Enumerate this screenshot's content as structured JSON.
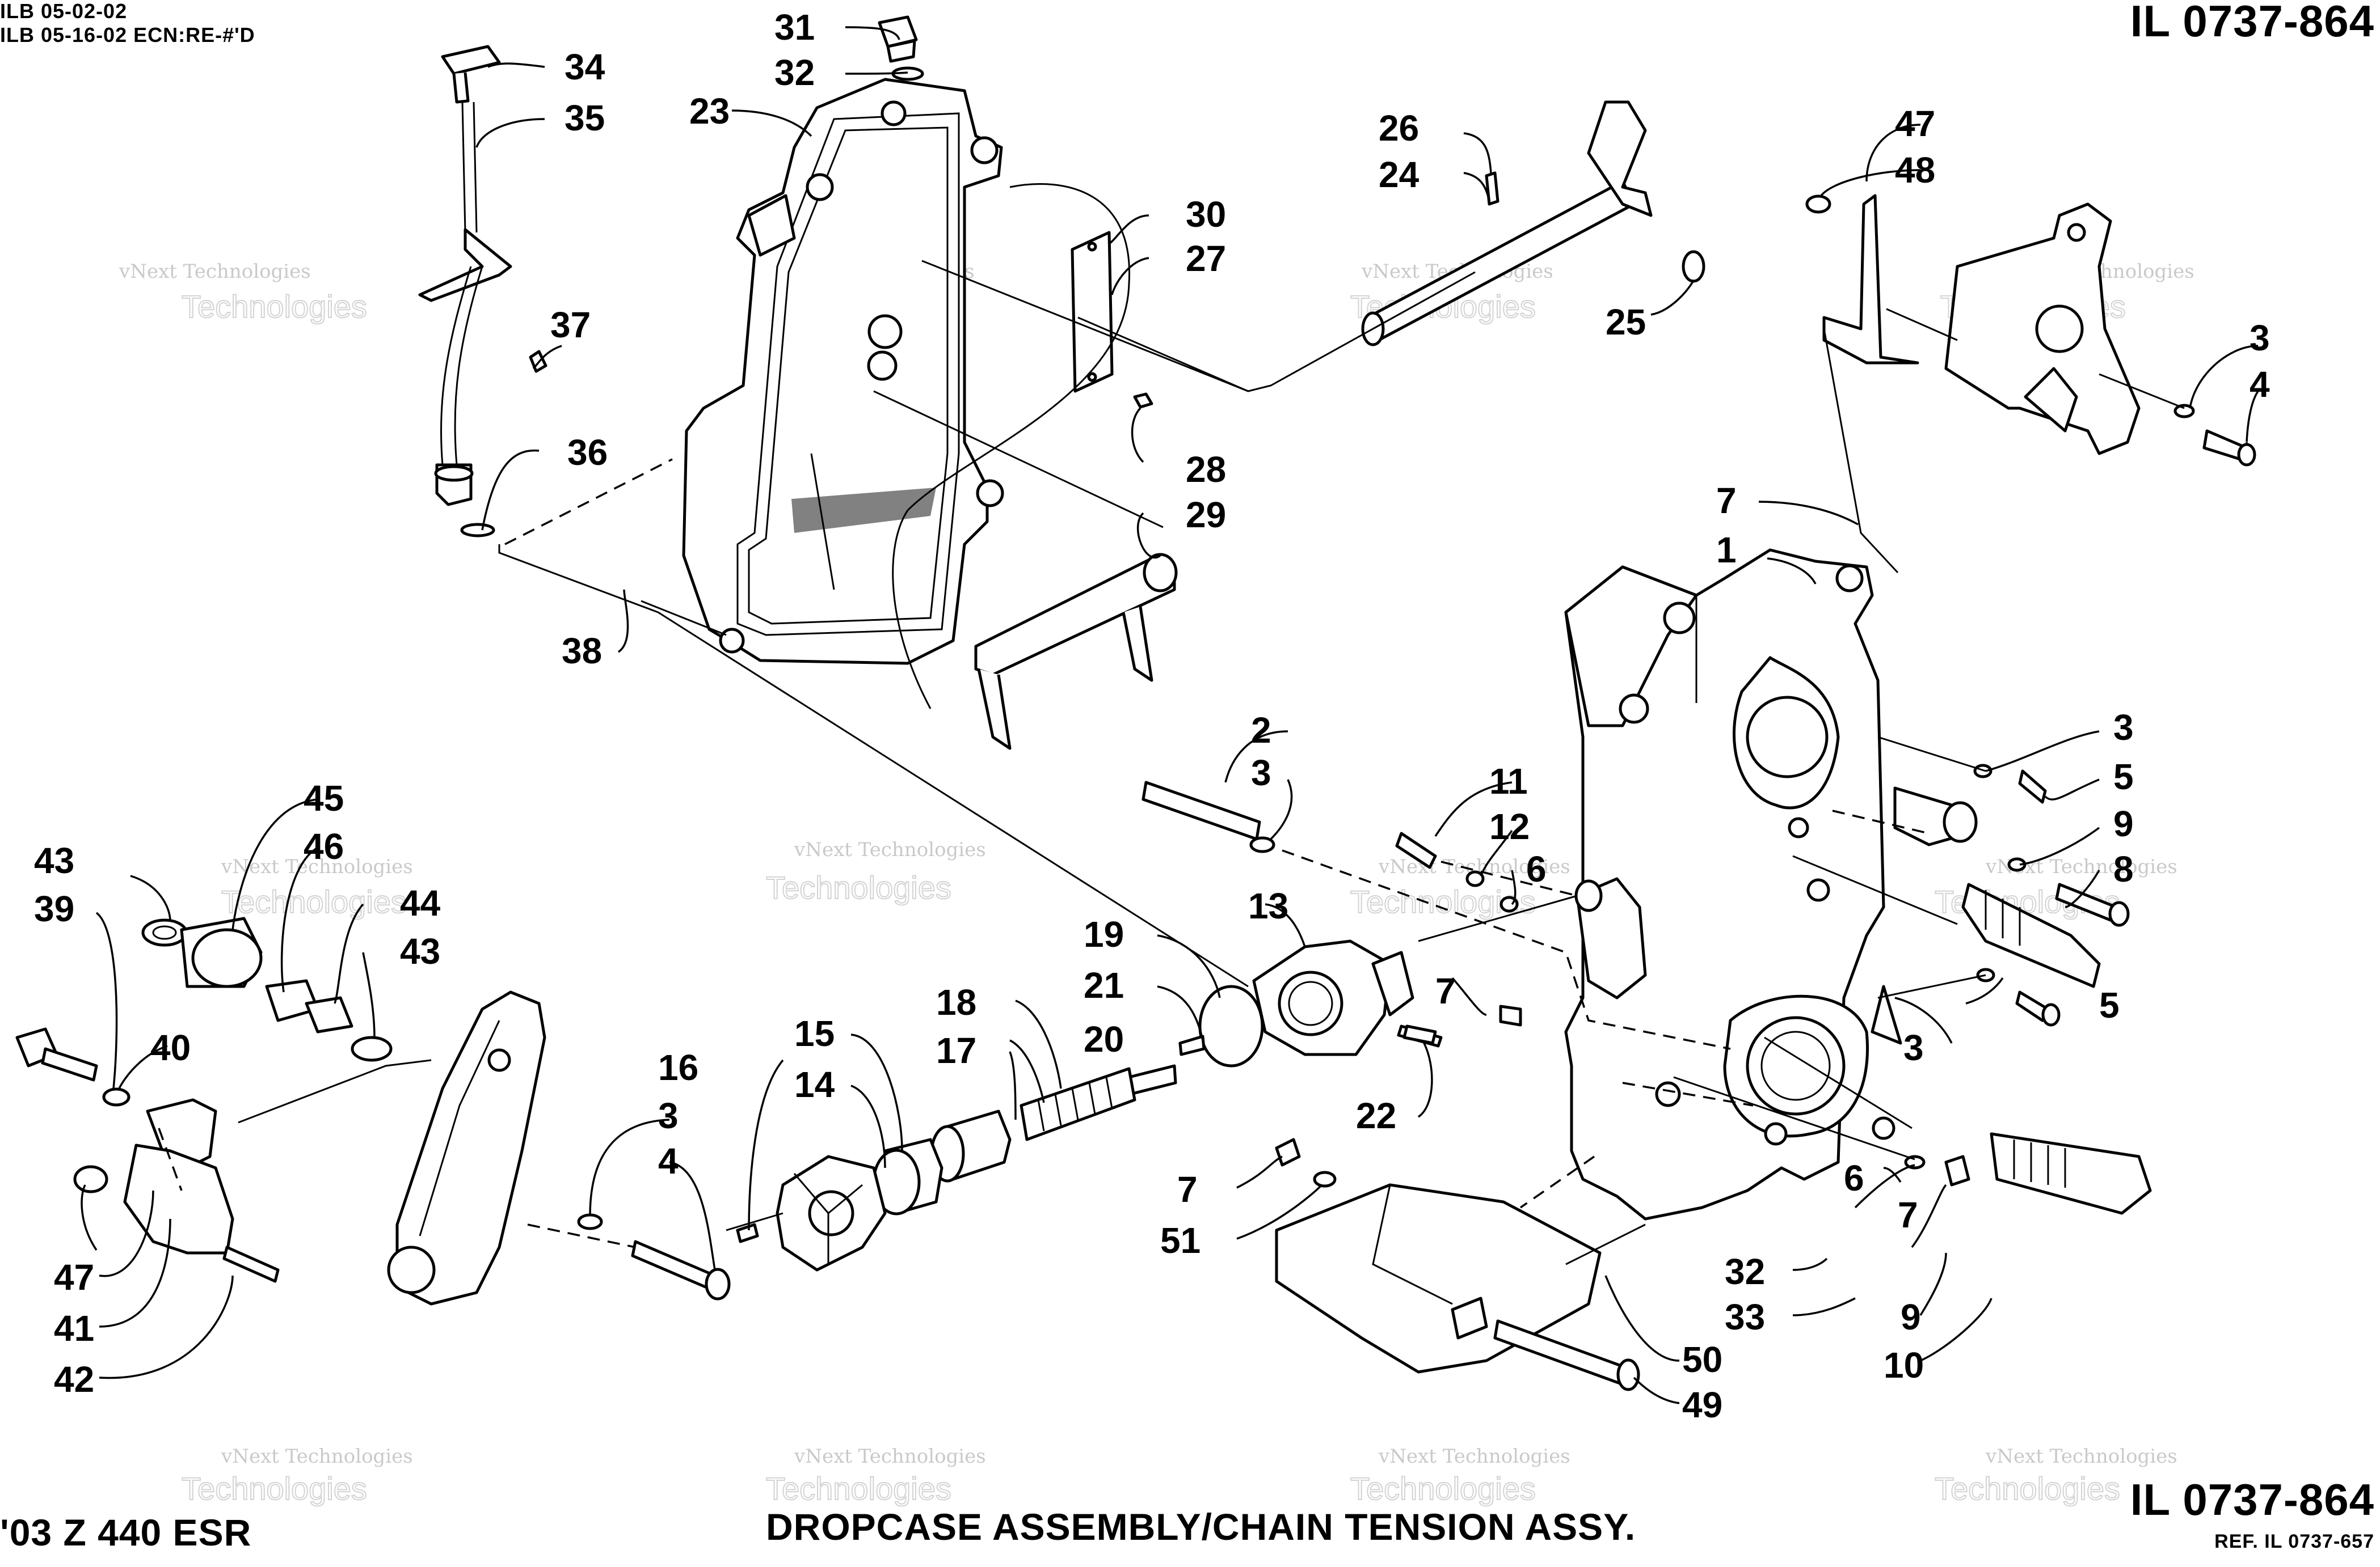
{
  "header": {
    "revision_1": "ILB 05-02-02",
    "revision_2": "ILB 05-16-02 ECN:RE-#'D",
    "illustration_number_top": "IL 0737-864"
  },
  "footer": {
    "model": "'03 Z 440 ESR",
    "title": "DROPCASE ASSEMBLY/CHAIN TENSION ASSY.",
    "illustration_number_bottom": "IL 0737-864",
    "reference": "REF. IL 0737-657"
  },
  "watermark": {
    "line_1": "vNext Technologies",
    "line_2": "Technologies"
  },
  "callouts": [
    {
      "label": "31"
    },
    {
      "label": "32"
    },
    {
      "label": "34"
    },
    {
      "label": "35"
    },
    {
      "label": "23"
    },
    {
      "label": "26"
    },
    {
      "label": "24"
    },
    {
      "label": "25"
    },
    {
      "label": "30"
    },
    {
      "label": "27"
    },
    {
      "label": "37"
    },
    {
      "label": "36"
    },
    {
      "label": "28"
    },
    {
      "label": "29"
    },
    {
      "label": "38"
    },
    {
      "label": "47"
    },
    {
      "label": "48"
    },
    {
      "label": "3"
    },
    {
      "label": "4"
    },
    {
      "label": "7"
    },
    {
      "label": "1"
    },
    {
      "label": "2"
    },
    {
      "label": "3"
    },
    {
      "label": "11"
    },
    {
      "label": "12"
    },
    {
      "label": "6"
    },
    {
      "label": "3"
    },
    {
      "label": "5"
    },
    {
      "label": "9"
    },
    {
      "label": "8"
    },
    {
      "label": "45"
    },
    {
      "label": "46"
    },
    {
      "label": "43"
    },
    {
      "label": "39"
    },
    {
      "label": "44"
    },
    {
      "label": "43"
    },
    {
      "label": "13"
    },
    {
      "label": "19"
    },
    {
      "label": "21"
    },
    {
      "label": "18"
    },
    {
      "label": "17"
    },
    {
      "label": "20"
    },
    {
      "label": "15"
    },
    {
      "label": "14"
    },
    {
      "label": "7"
    },
    {
      "label": "5"
    },
    {
      "label": "3"
    },
    {
      "label": "22"
    },
    {
      "label": "40"
    },
    {
      "label": "16"
    },
    {
      "label": "3"
    },
    {
      "label": "4"
    },
    {
      "label": "6"
    },
    {
      "label": "7"
    },
    {
      "label": "7"
    },
    {
      "label": "51"
    },
    {
      "label": "32"
    },
    {
      "label": "33"
    },
    {
      "label": "9"
    },
    {
      "label": "10"
    },
    {
      "label": "50"
    },
    {
      "label": "49"
    },
    {
      "label": "47"
    },
    {
      "label": "41"
    },
    {
      "label": "42"
    }
  ]
}
